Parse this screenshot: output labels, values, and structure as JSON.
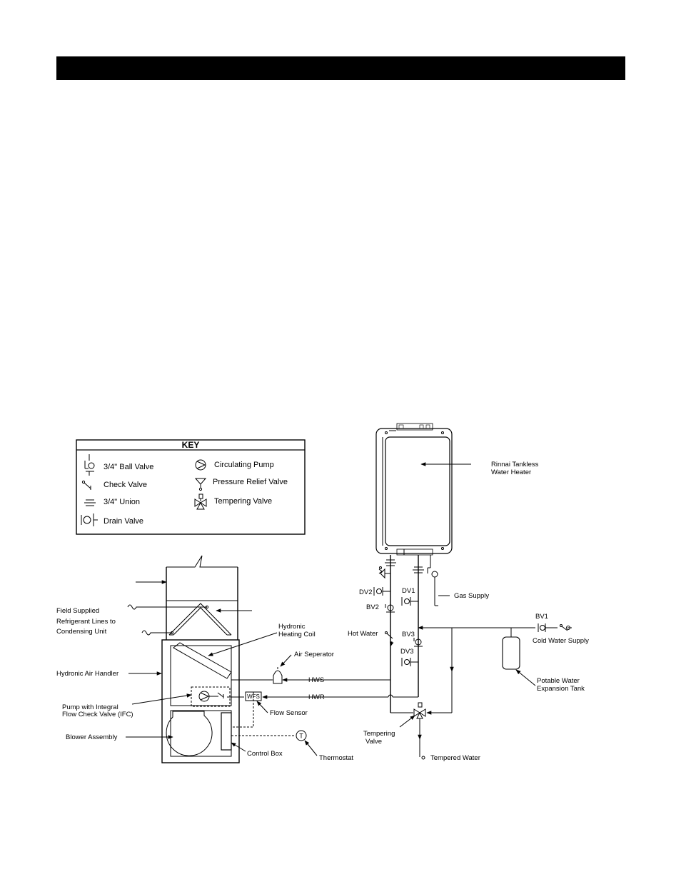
{
  "key": {
    "title": "KEY",
    "items": {
      "ball_valve": "3/4\" Ball Valve",
      "check_valve": "Check Valve",
      "union": "3/4\" Union",
      "drain_valve": "Drain Valve",
      "circulating_pump": "Circulating Pump",
      "pressure_relief_valve": "Pressure Relief Valve",
      "tempering_valve": "Tempering Valve"
    }
  },
  "labels": {
    "heater_1": "Rinnai Tankless",
    "heater_2": "Water Heater",
    "gas_supply": "Gas Supply",
    "bv1": "BV1",
    "cold_water_supply": "Cold Water Supply",
    "expansion_tank_1": "Potable Water",
    "expansion_tank_2": "Expansion Tank",
    "dv2": "DV2",
    "dv1": "DV1",
    "bv2": "BV2",
    "hot_water": "Hot Water",
    "bv3": "BV3",
    "dv3": "DV3",
    "hws": "HWS",
    "hwr": "HWR",
    "tempering_valve_1": "Tempering",
    "tempering_valve_2": "Valve",
    "tempered_water": "Tempered Water",
    "field_supplied_1": "Field Supplied",
    "field_supplied_2": "Refrigerant Lines to",
    "field_supplied_3": "Condensing Unit",
    "hydronic_coil_1": "Hydronic",
    "hydronic_coil_2": "Heating Coil",
    "air_separator": "Air Seperator",
    "air_handler": "Hydronic Air Handler",
    "pump_1": "Pump with Integral",
    "pump_2": "Flow Check Valve (IFC)",
    "wfs": "WFS",
    "flow_sensor": "Flow Sensor",
    "blower": "Blower Assembly",
    "control_box": "Control Box",
    "thermostat": "Thermostat",
    "thermostat_symbol": "T"
  }
}
